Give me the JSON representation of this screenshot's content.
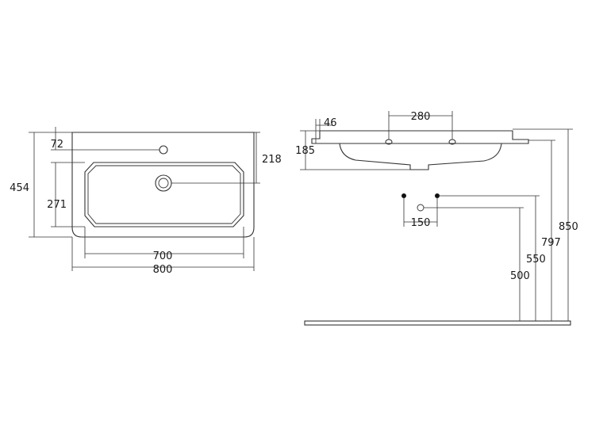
{
  "top_view": {
    "dims": {
      "tap_offset": "72",
      "depth": "454",
      "bowl_depth": "271",
      "drain_offset": "218",
      "bowl_width": "700",
      "overall_width": "800"
    }
  },
  "side_view": {
    "dims": {
      "edge_thickness": "46",
      "basin_height": "185",
      "tap_hole_spacing": "280",
      "waste_pipe_spacing": "150",
      "h_top": "850",
      "h_rim": "797",
      "h_pipe_upper": "550",
      "h_pipe_lower": "500"
    }
  },
  "colors": {
    "line": "#333333",
    "text": "#1a1a1a",
    "background": "#ffffff"
  }
}
